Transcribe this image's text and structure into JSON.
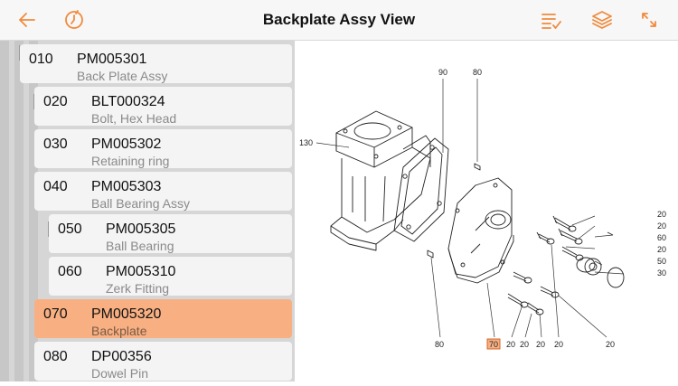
{
  "header": {
    "title": "Backplate Assy View"
  },
  "icons": {
    "back": "arrow-left-icon",
    "history": "clock-history-icon",
    "list": "checklist-icon",
    "layers": "layers-icon",
    "expand": "expand-icon"
  },
  "colors": {
    "accent": "#f08a3c",
    "selected": "#f8b083"
  },
  "parts": [
    {
      "num": "010",
      "code": "PM005301",
      "desc": "Back Plate Assy"
    },
    {
      "num": "020",
      "code": "BLT000324",
      "desc": "Bolt, Hex Head"
    },
    {
      "num": "030",
      "code": "PM005302",
      "desc": "Retaining ring"
    },
    {
      "num": "040",
      "code": "PM005303",
      "desc": "Ball Bearing Assy"
    },
    {
      "num": "050",
      "code": "PM005305",
      "desc": "Ball Bearing"
    },
    {
      "num": "060",
      "code": "PM005310",
      "desc": "Zerk Fitting"
    },
    {
      "num": "070",
      "code": "PM005320",
      "desc": "Backplate",
      "selected": true
    },
    {
      "num": "080",
      "code": "DP00356",
      "desc": "Dowel Pin"
    }
  ],
  "callouts": {
    "c90": "90",
    "c80top": "80",
    "c130": "130",
    "r1": "20",
    "r2": "20",
    "r3": "60",
    "r4": "20",
    "r5": "50",
    "r6": "30",
    "c80bot": "80",
    "c70": "70",
    "b1": "20",
    "b2": "20",
    "b3": "20",
    "b4": "20",
    "b5": "20"
  }
}
